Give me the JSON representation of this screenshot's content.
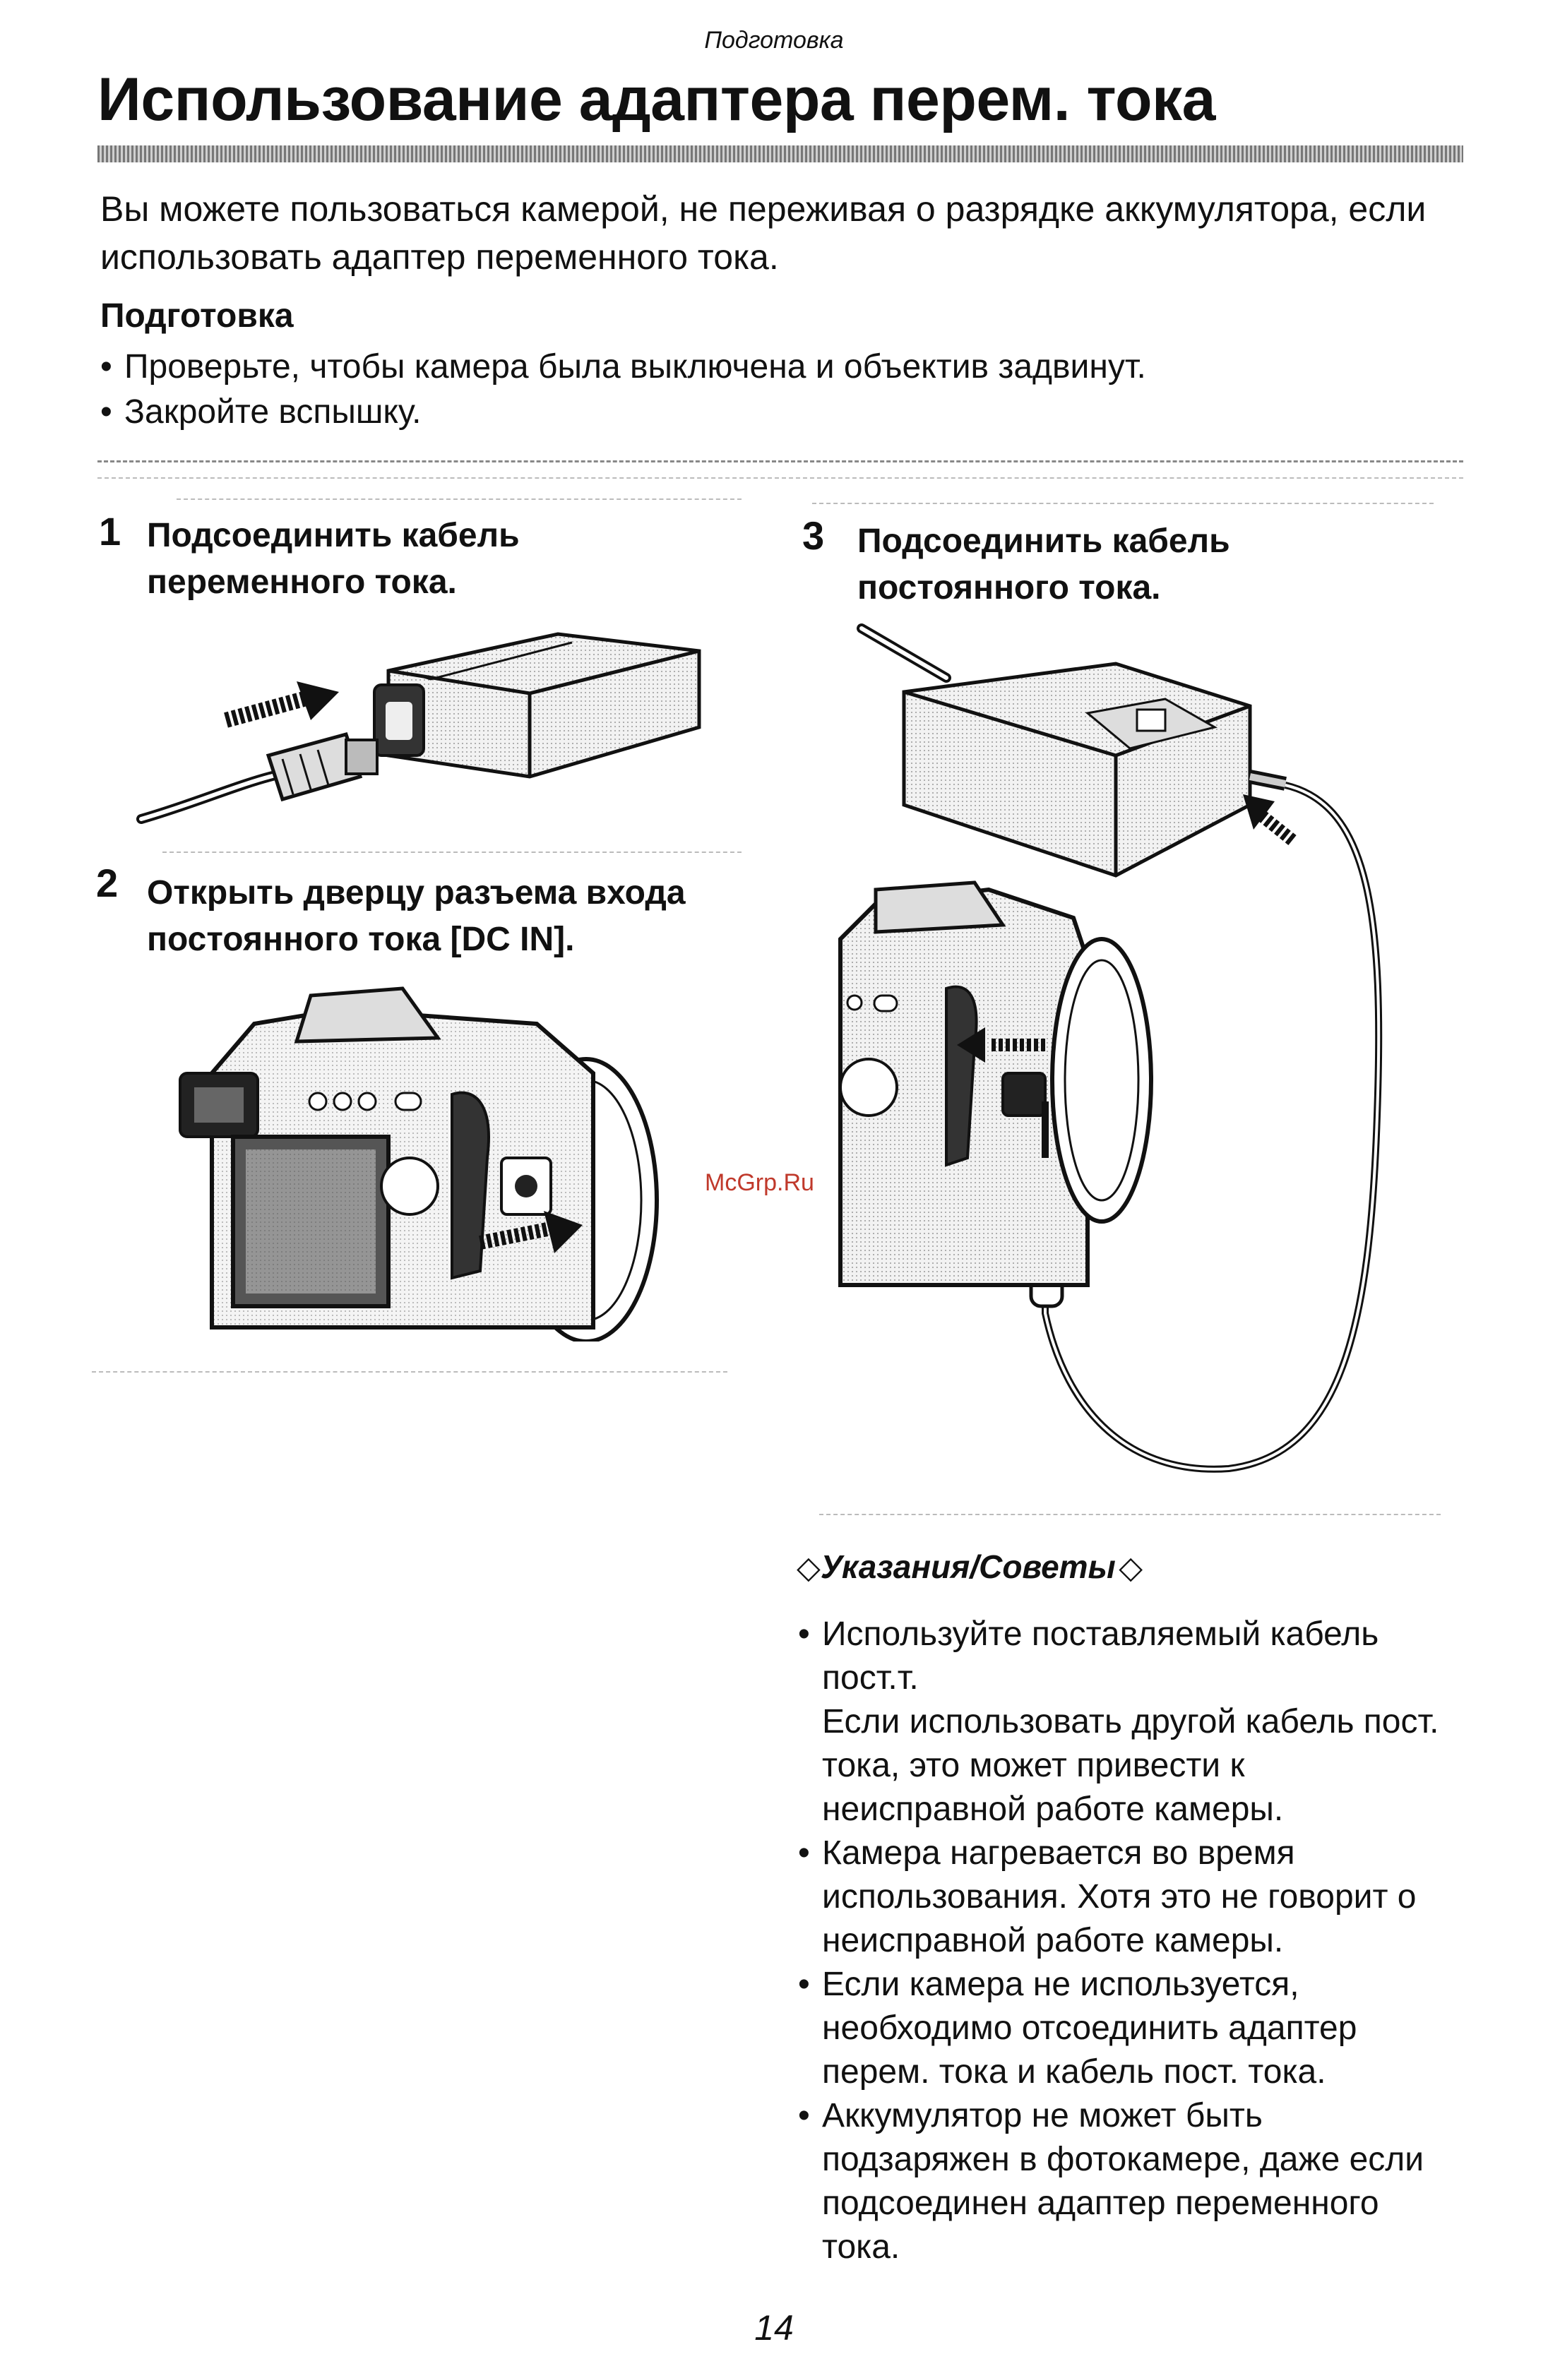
{
  "header": {
    "section": "Подготовка"
  },
  "title": "Использование адаптера перем. тока",
  "intro": "Вы можете пользоваться камерой, не переживая о разрядке аккумулятора, если использовать адаптер переменного тока.",
  "preparation": {
    "title": "Подготовка",
    "items": [
      "Проверьте, чтобы камера была выключена и объектив задвинут.",
      "Закройте вспышку."
    ]
  },
  "steps": [
    {
      "number": "1",
      "line1": "Подсоединить кабель",
      "line2": "переменного тока."
    },
    {
      "number": "2",
      "line1": "Открыть дверцу разъема входа",
      "line2": "постоянного тока [DC IN]."
    },
    {
      "number": "3",
      "line1": "Подсоединить кабель",
      "line2": "постоянного тока."
    }
  ],
  "watermark": "McGrp.Ru",
  "tips": {
    "title": "Указания/Советы",
    "items": [
      {
        "paras": [
          "Используйте поставляемый кабель пост.т.",
          "Если использовать другой кабель пост. тока, это может привести к неисправной работе камеры."
        ]
      },
      {
        "paras": [
          "Камера нагревается во время использования. Хотя это не говорит о неисправной работе камеры."
        ]
      },
      {
        "paras": [
          "Если камера не используется, необходимо отсоединить адаптер перем. тока и кабель пост. тока."
        ]
      },
      {
        "paras": [
          "Аккумулятор не может быть подзаряжен в фотокамере, даже если подсоединен адаптер переменного тока."
        ]
      }
    ]
  },
  "page_number": "14"
}
